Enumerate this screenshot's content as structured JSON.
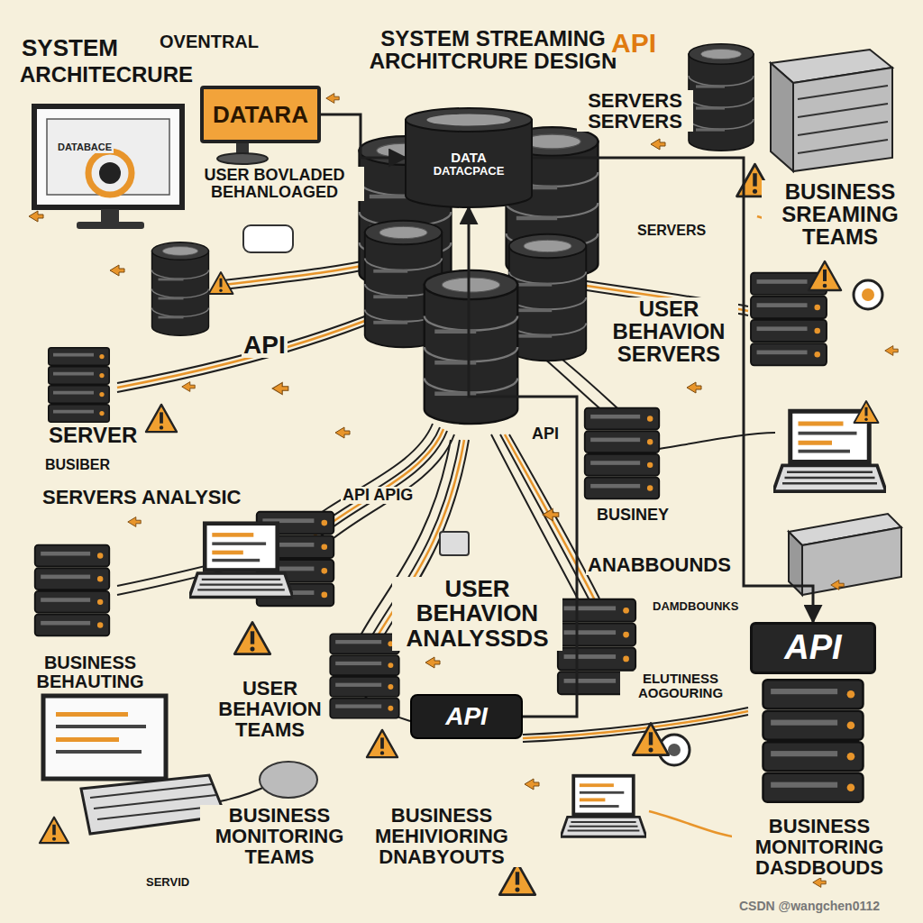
{
  "diagram": {
    "title": "SYSTEM STREAMING ARCHITCRURE DESIGN",
    "nodes": [
      {
        "text": [
          "DATARA"
        ]
      },
      {
        "text": [
          "DATA",
          "DATACPACE"
        ]
      },
      {
        "text": [
          "API"
        ]
      },
      {
        "text": [
          "API"
        ]
      }
    ],
    "edges": [
      {
        "from": 2,
        "to": 1,
        "arrow": "to"
      },
      {
        "from": 1,
        "to": 3,
        "arrow": "to"
      },
      {
        "from": 0,
        "to": 1,
        "arrow": "to"
      }
    ],
    "labels": [
      "SYSTEM",
      "OVENTRAL",
      "ARCHITECRURE",
      "API",
      "SERVERS SERVERS",
      "DATABACE",
      "USER BOVLADED BEHANLOAGED",
      "BUSINESS SREAMING TEAMS",
      "SERVERS",
      "API",
      "USER BEHAVION SERVERS",
      "SERVER",
      "BUSIBER",
      "SERVERS ANALYSIC",
      "API APIG",
      "API",
      "BUSINEY",
      "ANABBOUNDS",
      "USER BEHAVION ANALYSSDS",
      "DAMDBOUNKS",
      "BUSINESS BEHAUTING",
      "USER BEHAVION TEAMS",
      "ELUTINESS AOGOURING",
      "BUSINESS MONITORING TEAMS",
      "BUSINESS MEHIVIORING DNABYOUTS",
      "BUSINESS MONITORING DASDBOUDS",
      "SERVID",
      "CSDN @wangchen0112"
    ]
  }
}
